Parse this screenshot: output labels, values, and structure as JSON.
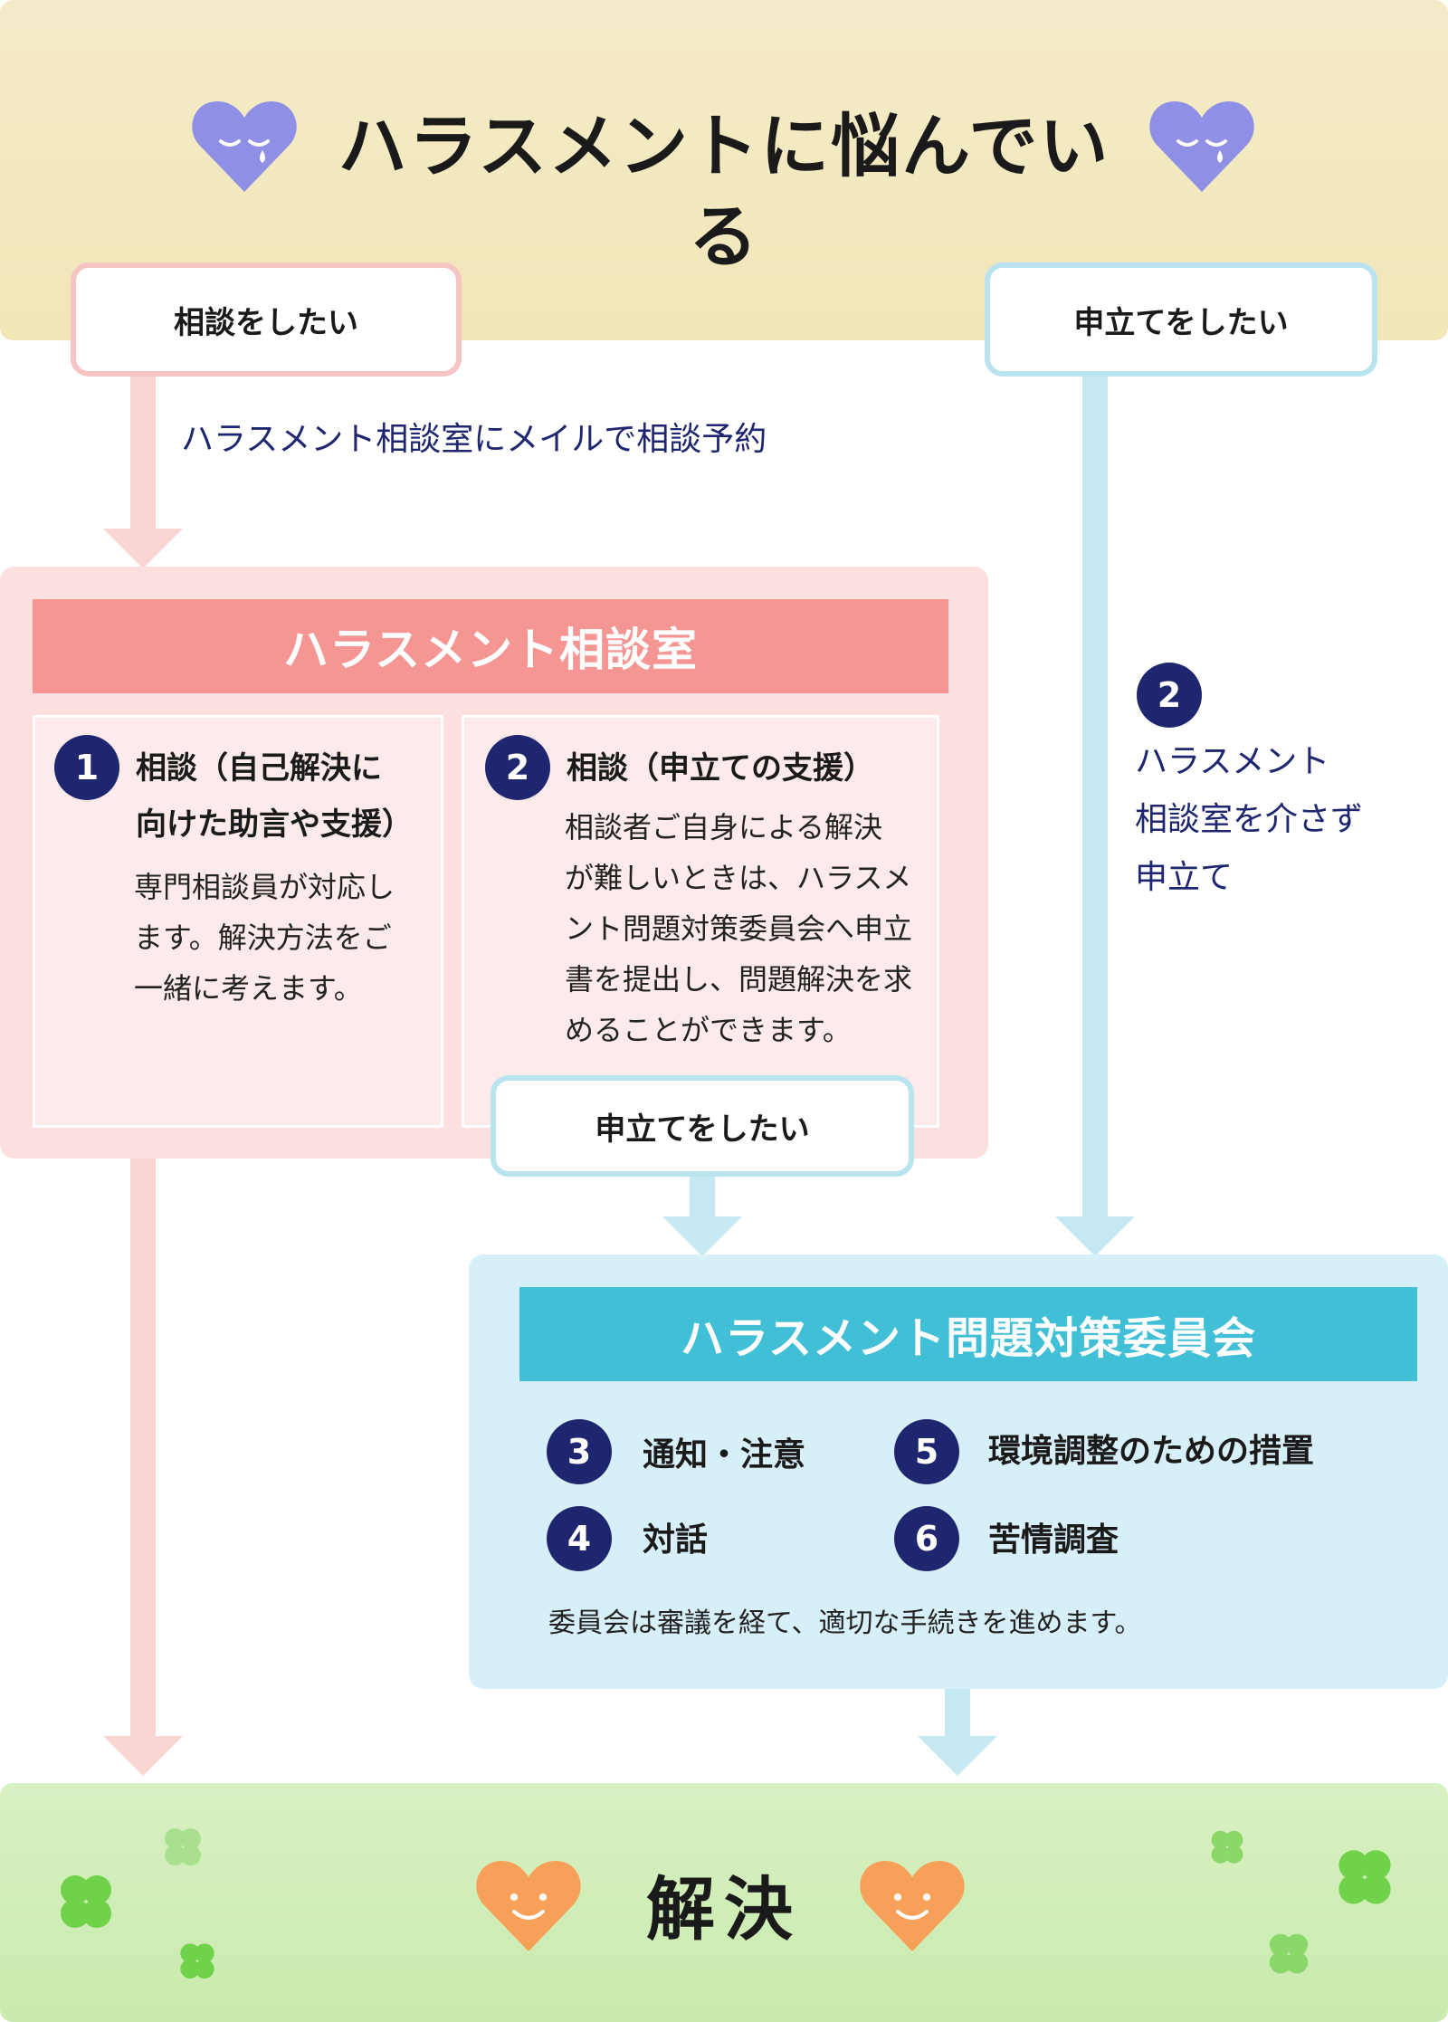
{
  "header": {
    "title": "ハラスメントに悩んでいる"
  },
  "choices": {
    "consult": "相談をしたい",
    "petition": "申立てをしたい"
  },
  "consult_path": {
    "note": "ハラスメント相談室にメイルで相談予約"
  },
  "room": {
    "title": "ハラスメント相談室",
    "items": [
      {
        "num": "1",
        "title_lines": [
          "相談（自己解決に",
          "向けた助言や支援）"
        ],
        "body_lines": [
          "専門相談員が対応し",
          "ます。解決方法をご",
          "一緒に考えます。"
        ]
      },
      {
        "num": "2",
        "title_lines": [
          "相談（申立ての支援）"
        ],
        "body_lines": [
          "相談者ご自身による解決",
          "が難しいときは、ハラスメ",
          "ント問題対策委員会へ申立",
          "書を提出し、問題解決を求",
          "めることができます。"
        ]
      }
    ],
    "petition_button": "申立てをしたい"
  },
  "direct_path": {
    "num": "2",
    "lines": [
      "ハラスメント",
      "相談室を介さず",
      "申立て"
    ]
  },
  "committee": {
    "title": "ハラスメント問題対策委員会",
    "items": [
      {
        "num": "3",
        "label": "通知・注意"
      },
      {
        "num": "4",
        "label": "対話"
      },
      {
        "num": "5",
        "label": "環境調整のための措置"
      },
      {
        "num": "6",
        "label": "苦情調査"
      }
    ],
    "note": "委員会は審議を経て、適切な手続きを進めます。"
  },
  "footer": {
    "title": "解決"
  },
  "colors": {
    "navy": "#1f2670",
    "pink": "#f59694",
    "cyan": "#40bfd6",
    "sad_heart": "#8f8fe6",
    "happy_heart": "#f7a05a",
    "clover": "#6fd24a"
  },
  "icons": {
    "sad": "sad-heart-icon",
    "happy": "happy-heart-icon",
    "clover": "clover-icon"
  }
}
